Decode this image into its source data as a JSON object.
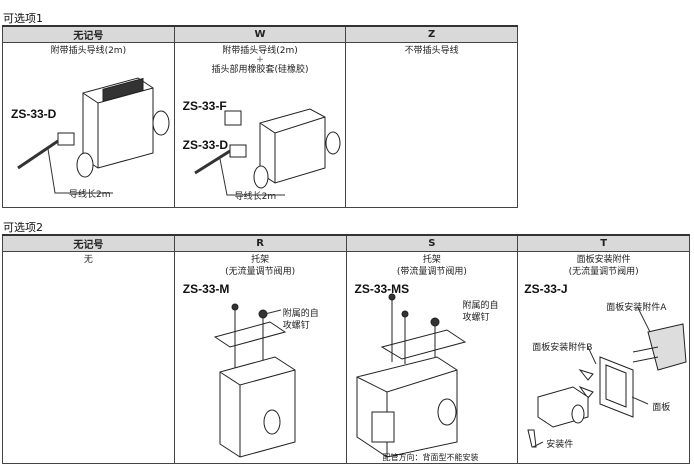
{
  "option1": {
    "title": "可选项1",
    "headers": [
      "无记号",
      "W",
      "Z"
    ],
    "col1": {
      "desc": "附带插头导线(2m)",
      "part": "ZS-33-D",
      "note": "导线长2m"
    },
    "col2": {
      "desc1": "附带插头导线(2m)",
      "plus": "+",
      "desc2": "插头部用橡胶套(硅橡胶)",
      "part1": "ZS-33-F",
      "part2": "ZS-33-D",
      "note": "导线长2m"
    },
    "col3": {
      "desc": "不带插头导线"
    }
  },
  "option2": {
    "title": "可选项2",
    "headers": [
      "无记号",
      "R",
      "S",
      "T"
    ],
    "col1": {
      "desc": "无"
    },
    "col2": {
      "desc1": "托架",
      "desc2": "(无流量调节阀用)",
      "part": "ZS-33-M",
      "screw": "附属的自\n攻螺钉"
    },
    "col3": {
      "desc1": "托架",
      "desc2": "(带流量调节阀用)",
      "part": "ZS-33-MS",
      "screw": "附属的自\n攻螺钉",
      "note": "配管方向：背面型不能安装"
    },
    "col4": {
      "desc1": "面板安装附件",
      "desc2": "(无流量调节阀用)",
      "part": "ZS-33-J",
      "partA": "面板安装附件A",
      "partB": "面板安装附件B",
      "panel": "面板",
      "mount": "安装件"
    }
  }
}
